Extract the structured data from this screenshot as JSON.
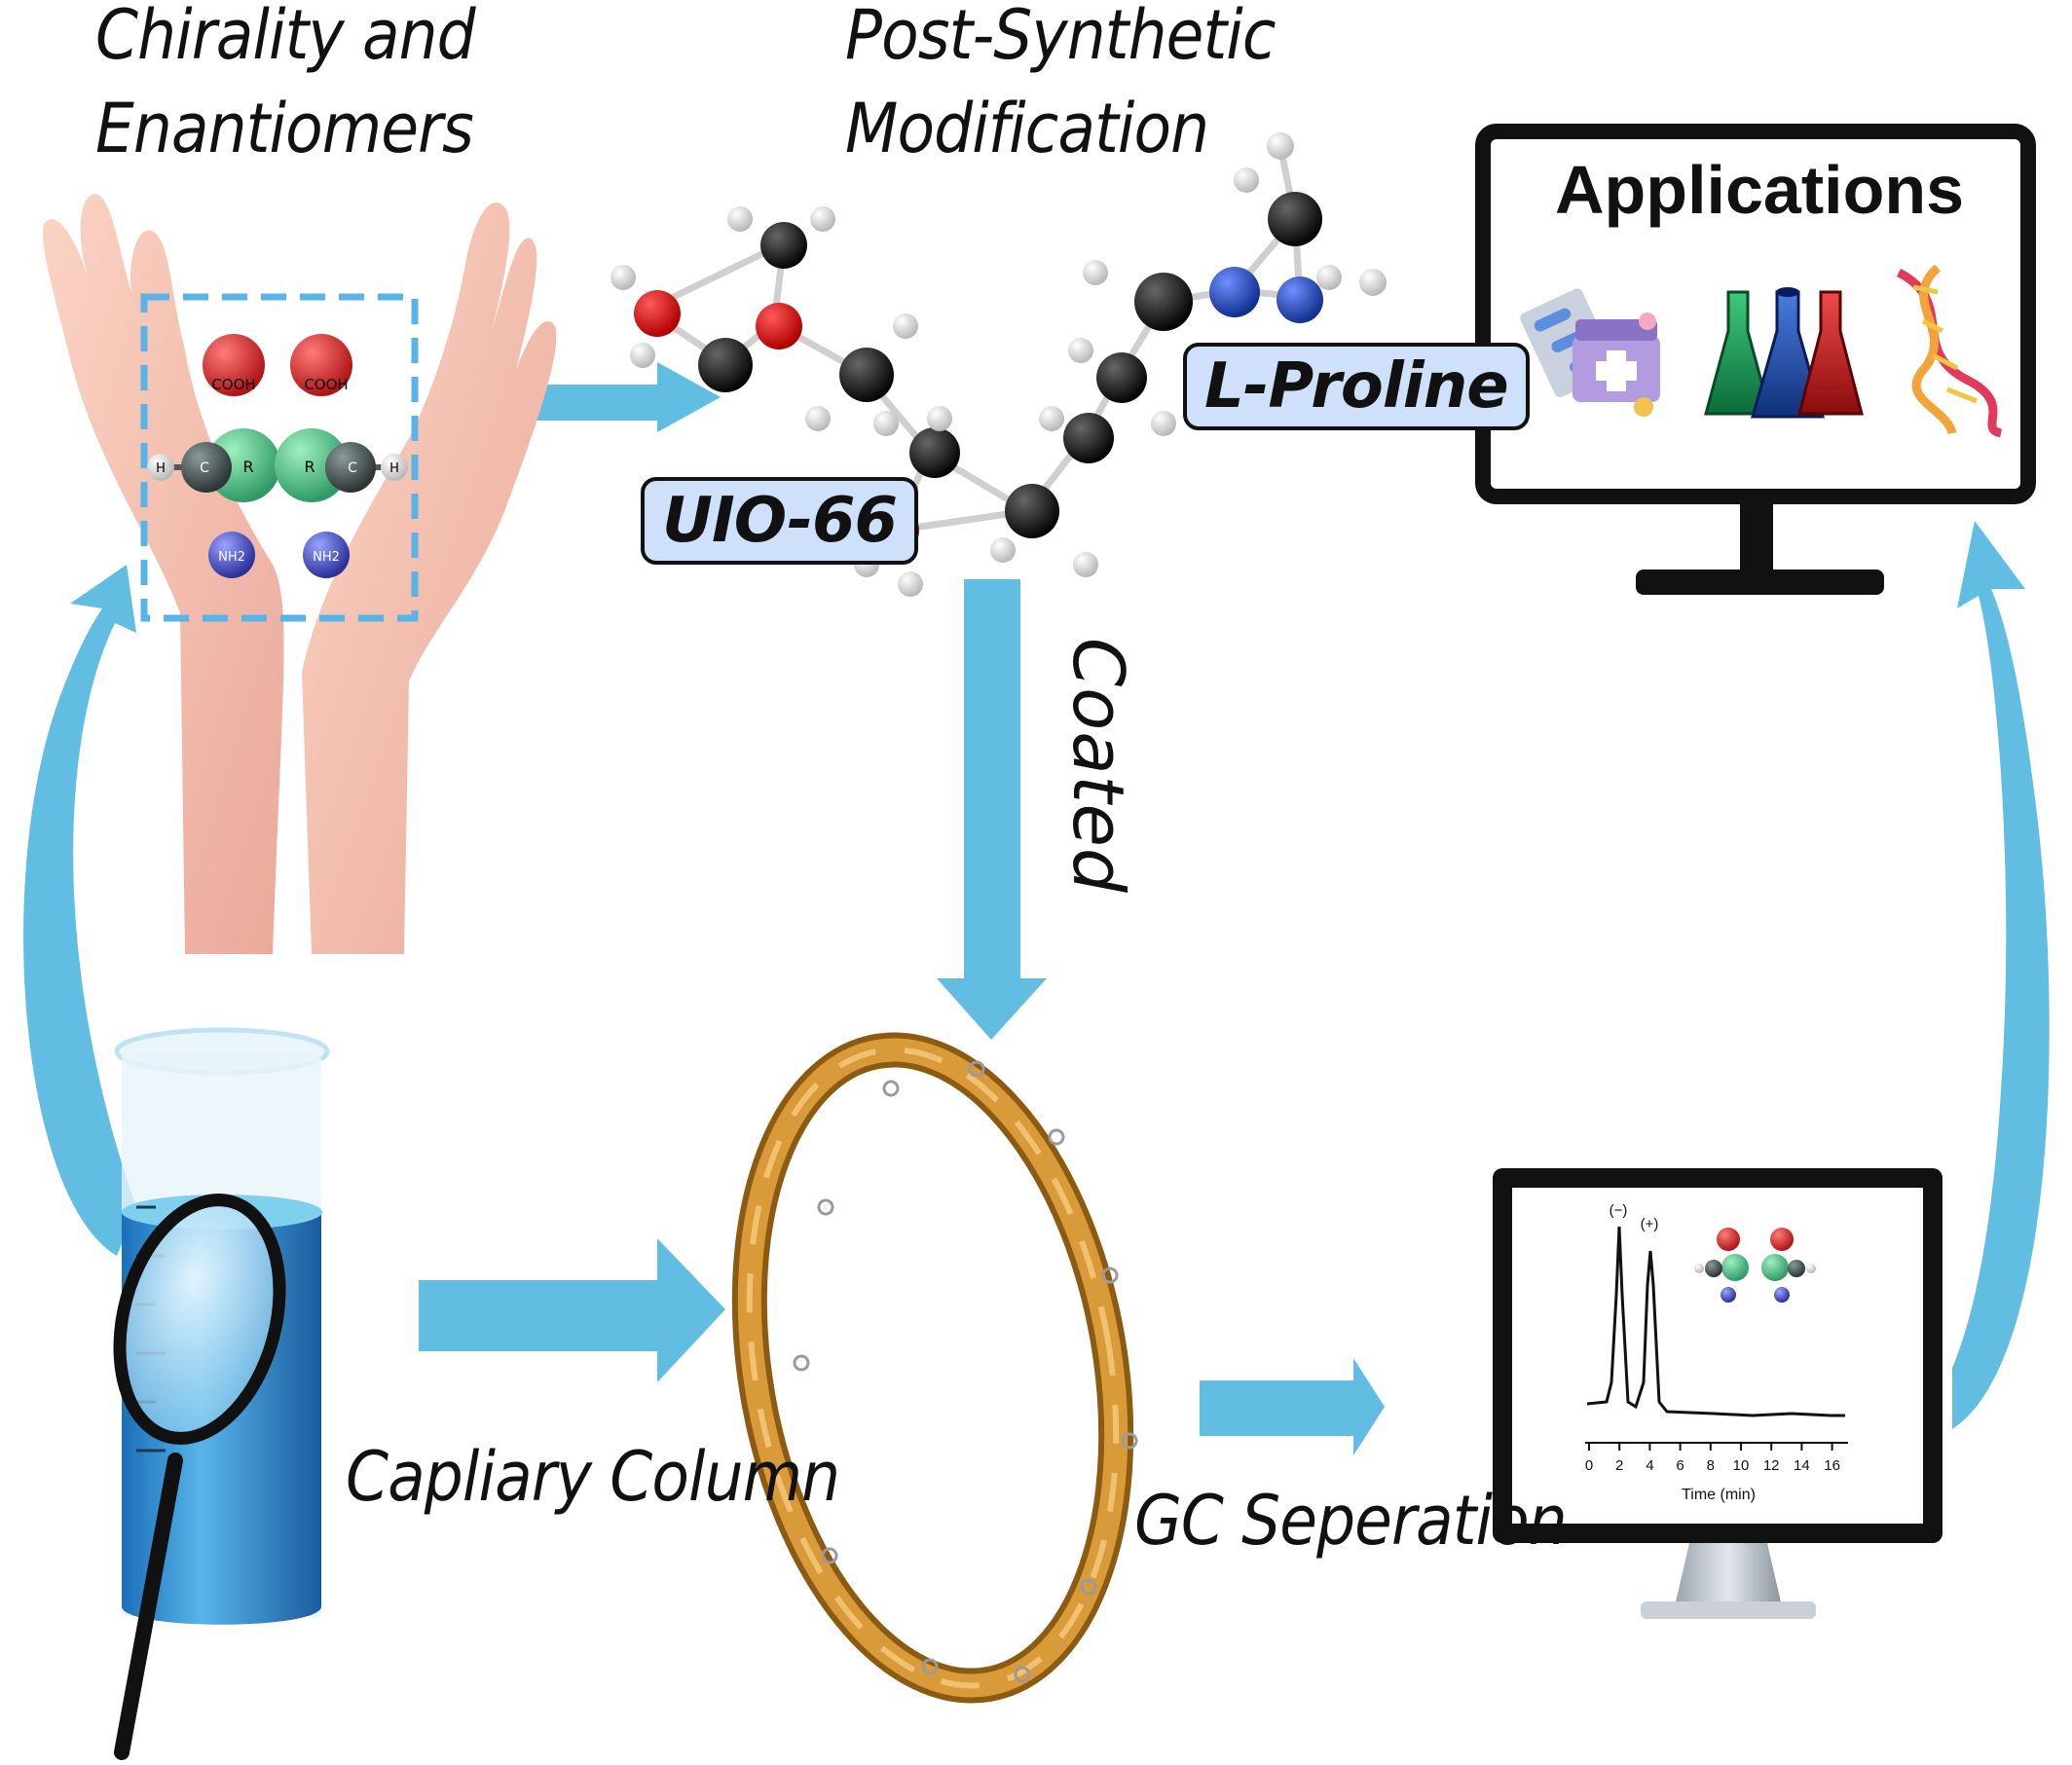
{
  "labels": {
    "chirality_line1": "Chirality and",
    "chirality_line2": "Enantiomers",
    "psm_line1": "Post-Synthetic",
    "psm_line2": "Modification",
    "coated": "Coated",
    "capillary": "Capliary Column",
    "gc": "GC Seperation"
  },
  "badges": {
    "uio": "UIO-66",
    "proline": "L-Proline"
  },
  "applications": {
    "title": "Applications"
  },
  "molecule": {
    "cooh": "COOH",
    "r": "R",
    "c": "C",
    "h": "H",
    "nh2": "NH2"
  },
  "chromatogram": {
    "xlabel": "Time (min)",
    "ticks": [
      "0",
      "2",
      "4",
      "6",
      "8",
      "10",
      "12",
      "14",
      "16"
    ],
    "peak_labels": [
      "(−)",
      "(+)"
    ]
  },
  "colors": {
    "arrow": "#62bde3",
    "atom_o": "#d6262b",
    "atom_n": "#2f55b5",
    "atom_c": "#1a1a1a",
    "column": "#c88a2c"
  }
}
